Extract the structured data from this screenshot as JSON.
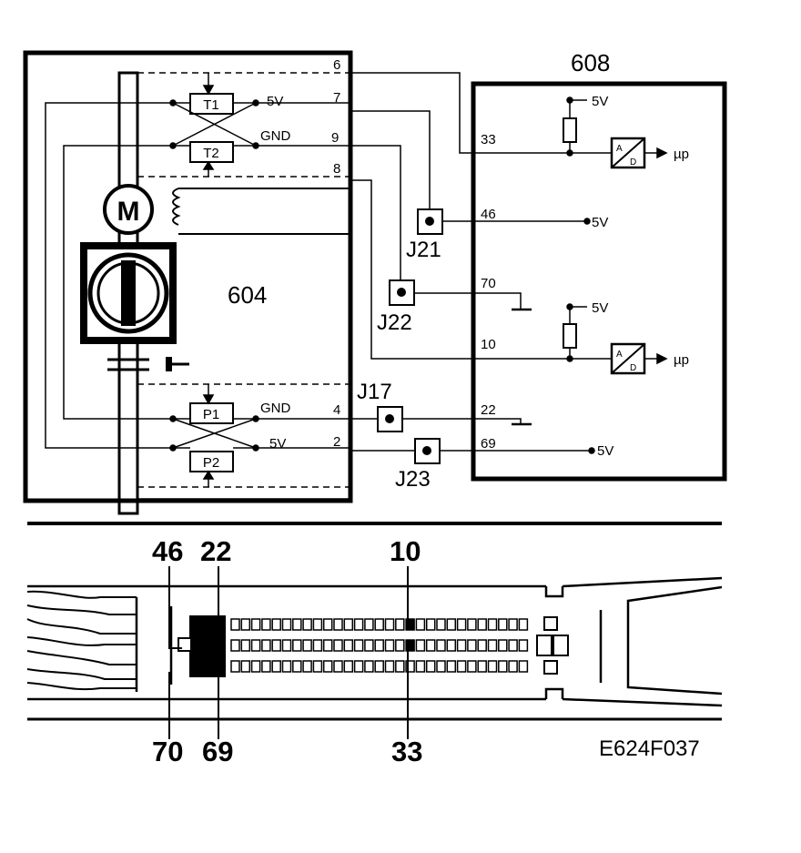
{
  "diagram": {
    "module_604": "604",
    "module_608": "608",
    "motor_symbol": "M",
    "pins_604": {
      "p6": "6",
      "p7": "7",
      "p9": "9",
      "p8": "8",
      "p4": "4",
      "p2": "2"
    },
    "sensors": {
      "t1": "T1",
      "t2": "T2",
      "p1": "P1",
      "p2": "P2"
    },
    "supply_labels": {
      "t1_supply": "5V",
      "t2_ground": "GND",
      "p1_ground": "GND",
      "p2_supply": "5V"
    },
    "pins_608": {
      "p33": "33",
      "p46": "46",
      "p70": "70",
      "p10": "10",
      "p22": "22",
      "p69": "69"
    },
    "connectors": {
      "j21": "J21",
      "j22": "J22",
      "j17": "J17",
      "j23": "J23"
    },
    "ecu_labels": {
      "top_5v": "5V",
      "top_mu": "µp",
      "mid46_5v": "5V",
      "mid_5v": "5V",
      "mid_mu": "µp",
      "low_5v": "5V"
    },
    "ad_symbol": {
      "a": "A",
      "d": "D"
    }
  },
  "connector_view": {
    "top_labels": {
      "l46": "46",
      "l22": "22",
      "l10": "10"
    },
    "bottom_labels": {
      "l70": "70",
      "l69": "69",
      "l33": "33"
    },
    "figure_code": "E624F037"
  }
}
